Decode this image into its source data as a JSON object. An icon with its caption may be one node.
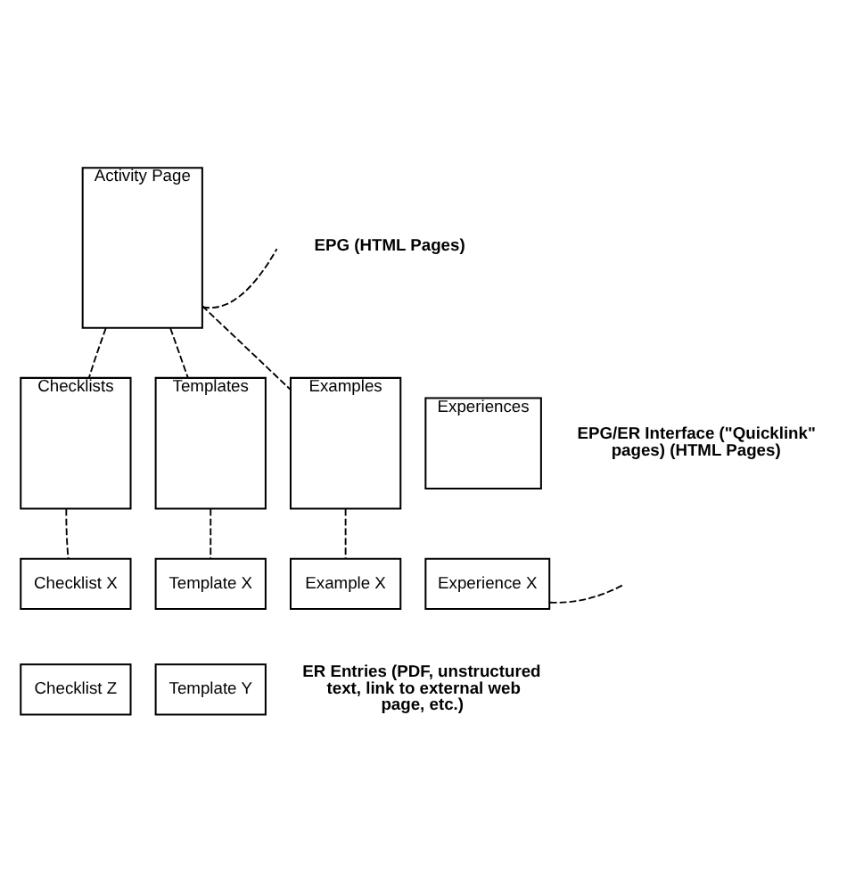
{
  "diagram": {
    "nodes": [
      {
        "text": [
          "Activity Page"
        ]
      },
      {
        "text": [
          "Checklists"
        ]
      },
      {
        "text": [
          "Templates"
        ]
      },
      {
        "text": [
          "Examples"
        ]
      },
      {
        "text": [
          "Experiences"
        ]
      },
      {
        "text": [
          "Checklist X"
        ]
      },
      {
        "text": [
          "Template X"
        ]
      },
      {
        "text": [
          "Example X"
        ]
      },
      {
        "text": [
          "Experience X"
        ]
      },
      {
        "text": [
          "Checklist Z"
        ]
      },
      {
        "text": [
          "Template Y"
        ]
      }
    ],
    "edges": [
      {
        "from": 0,
        "to": 1,
        "arrow": "none",
        "style": "dashed"
      },
      {
        "from": 0,
        "to": 2,
        "arrow": "none",
        "style": "dashed"
      },
      {
        "from": 0,
        "to": 3,
        "arrow": "none",
        "style": "dashed"
      },
      {
        "from": 0,
        "to": null,
        "arrow": "none",
        "style": "dashed"
      },
      {
        "from": 1,
        "to": 5,
        "arrow": "none",
        "style": "dashed"
      },
      {
        "from": 2,
        "to": 6,
        "arrow": "none",
        "style": "dashed"
      },
      {
        "from": 3,
        "to": 7,
        "arrow": "none",
        "style": "dashed"
      },
      {
        "from": 8,
        "to": null,
        "arrow": "none",
        "style": "dashed"
      }
    ],
    "labels": [
      "EPG (HTML Pages)",
      "EPG/ER Interface (\"Quicklink\" pages) (HTML Pages)",
      "ER Entries (PDF, unstructured text, link to external web page, etc.)"
    ]
  }
}
